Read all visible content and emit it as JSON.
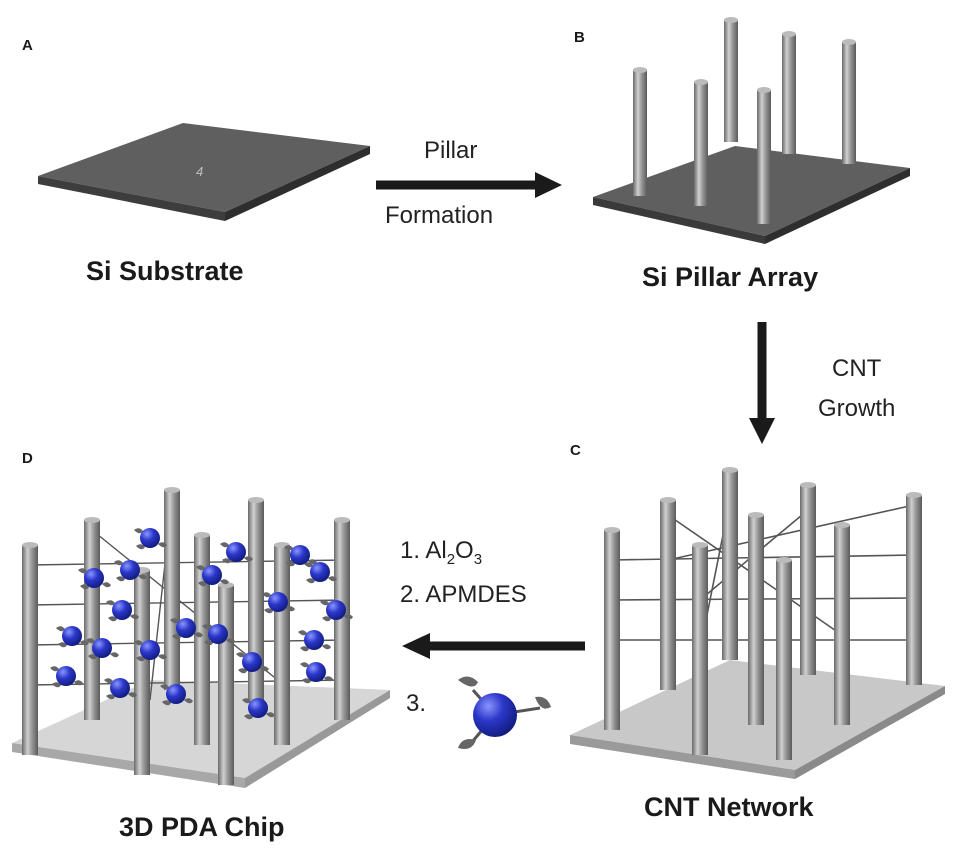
{
  "panels": {
    "A": {
      "letter": "A",
      "caption": "Si Substrate",
      "substrate_mark": "4"
    },
    "B": {
      "letter": "B",
      "caption": "Si Pillar Array"
    },
    "C": {
      "letter": "C",
      "caption": "CNT Network"
    },
    "D": {
      "letter": "D",
      "caption": "3D PDA Chip"
    }
  },
  "arrows": {
    "pillar_formation": {
      "line1": "Pillar",
      "line2": "Formation"
    },
    "cnt_growth": {
      "line1": "CNT",
      "line2": "Growth"
    },
    "functionalization": {
      "step1_prefix": "1. Al",
      "step1_sub1": "2",
      "step1_mid": "O",
      "step1_sub2": "3",
      "step2": "2. APMDES",
      "step3": "3."
    }
  },
  "colors": {
    "substrate_dark": "#5f5f5f",
    "substrate_light": "#c8c8c8",
    "pillar": "#8a8a8a",
    "sphere": "#2b37c9",
    "arrow": "#1a1a1a"
  }
}
